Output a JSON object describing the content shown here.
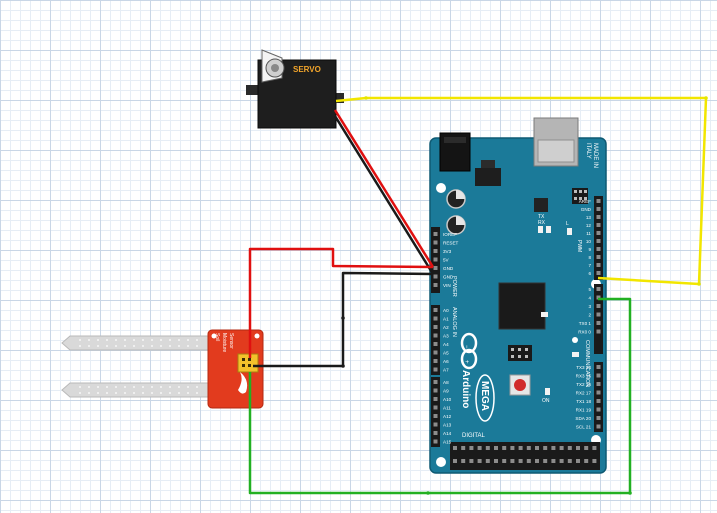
{
  "colors": {
    "board": "#1b7a99",
    "board_edge": "#0f5a73",
    "wire_red": "#e01010",
    "wire_black": "#1a1a1a",
    "wire_yellow": "#f2e600",
    "wire_green": "#22b022",
    "sensor": "#e23b1e",
    "probe": "#d9d9d9"
  },
  "servo": {
    "label": "SERVO"
  },
  "sensor": {
    "label_line1": "Soil",
    "label_line2": "Moisture",
    "label_line3": "Sensor"
  },
  "arduino": {
    "brand": "Arduino",
    "model": "MEGA",
    "made_in_line1": "MADE IN",
    "made_in_line2": "ITALY",
    "section_power": "POWER",
    "section_analog": "ANALOG IN",
    "section_communication": "COMMUNICATION",
    "section_digital": "DIGITAL",
    "section_pwm": "PWM",
    "led_labels": [
      "TX",
      "RX",
      "L",
      "ON"
    ],
    "power_pins": [
      "IOREF",
      "RESET",
      "3V3",
      "5V",
      "GND",
      "GND",
      "VIN"
    ],
    "analog_pins": [
      "A0",
      "A1",
      "A2",
      "A3",
      "A4",
      "A5",
      "A6",
      "A7",
      "A8",
      "A9",
      "A10",
      "A11",
      "A12",
      "A13",
      "A14",
      "A15"
    ],
    "pwm_pins": [
      "AREF",
      "GND",
      "13",
      "12",
      "11",
      "10",
      "9",
      "8",
      "7",
      "6",
      "5",
      "4",
      "3",
      "2",
      "TX0 1",
      "RX0 0"
    ],
    "comm_pins": [
      "TX3 14",
      "RX3 15",
      "TX2 16",
      "RX2 17",
      "TX1 18",
      "RX1 19",
      "SDA 20",
      "SCL 21"
    ]
  }
}
